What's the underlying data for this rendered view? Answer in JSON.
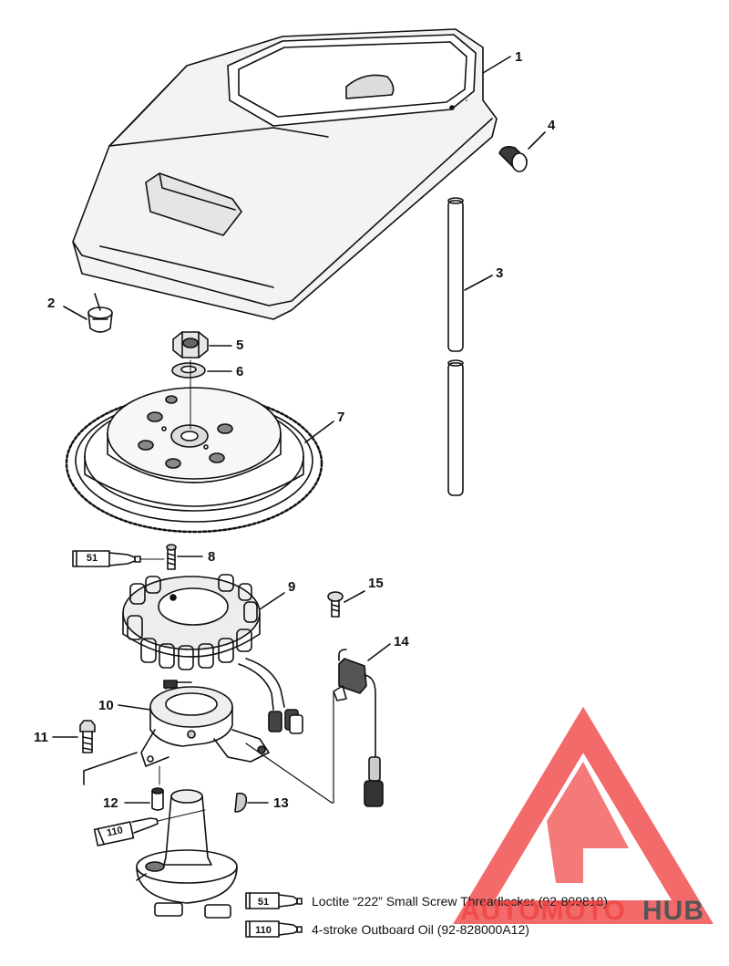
{
  "callouts": {
    "c1": "1",
    "c2": "2",
    "c3": "3",
    "c4": "4",
    "c5": "5",
    "c6": "6",
    "c7": "7",
    "c8": "8",
    "c9": "9",
    "c10": "10",
    "c11": "11",
    "c12": "12",
    "c13": "13",
    "c14": "14",
    "c15": "15"
  },
  "tube_tags": {
    "tag_51": "51",
    "tag_110": "110"
  },
  "legend": [
    {
      "code": "51",
      "text": "Loctite “222” Small Screw Threadlocker  (92-809818)"
    },
    {
      "code": "110",
      "text": "4-stroke Outboard Oil (92-828000A12)"
    }
  ],
  "watermark": {
    "text_left": "AUTOMOTO",
    "text_right": "HUB",
    "color_red": "#f04646",
    "color_dark": "#555555"
  }
}
